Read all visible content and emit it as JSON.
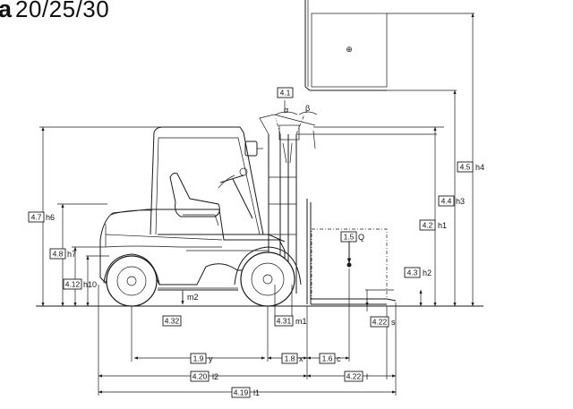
{
  "header": {
    "model_title": "20/25/30",
    "logo_glyph": "a"
  },
  "load": {
    "center_mark": "⊕",
    "q_ref": "1.5",
    "q_sym": "Q"
  },
  "angles": {
    "alpha": "α",
    "beta": "β"
  },
  "dimensions": {
    "d4_1": {
      "ref": "4.1",
      "sym": ""
    },
    "d4_5": {
      "ref": "4.5",
      "sym": "h4"
    },
    "d4_4": {
      "ref": "4.4",
      "sym": "h3"
    },
    "d4_2": {
      "ref": "4.2",
      "sym": "h1"
    },
    "d4_3": {
      "ref": "4.3",
      "sym": "h2"
    },
    "d4_7": {
      "ref": "4.7",
      "sym": "h6"
    },
    "d4_8": {
      "ref": "4.8",
      "sym": "h7"
    },
    "d4_12": {
      "ref": "4.12",
      "sym": "h10"
    },
    "d_m2": {
      "ref": "",
      "sym": "m2"
    },
    "d4_32": {
      "ref": "4.32",
      "sym": ""
    },
    "d4_31": {
      "ref": "4.31",
      "sym": "m1"
    },
    "d4_22s": {
      "ref": "4.22",
      "sym": "s"
    },
    "d1_9": {
      "ref": "1.9",
      "sym": "y"
    },
    "d1_8": {
      "ref": "1.8",
      "sym": "x"
    },
    "d1_6": {
      "ref": "1.6",
      "sym": "c"
    },
    "d4_20": {
      "ref": "4.20",
      "sym": "l2"
    },
    "d4_22l": {
      "ref": "4.22",
      "sym": "l"
    },
    "d4_19": {
      "ref": "4.19",
      "sym": "l1"
    }
  }
}
